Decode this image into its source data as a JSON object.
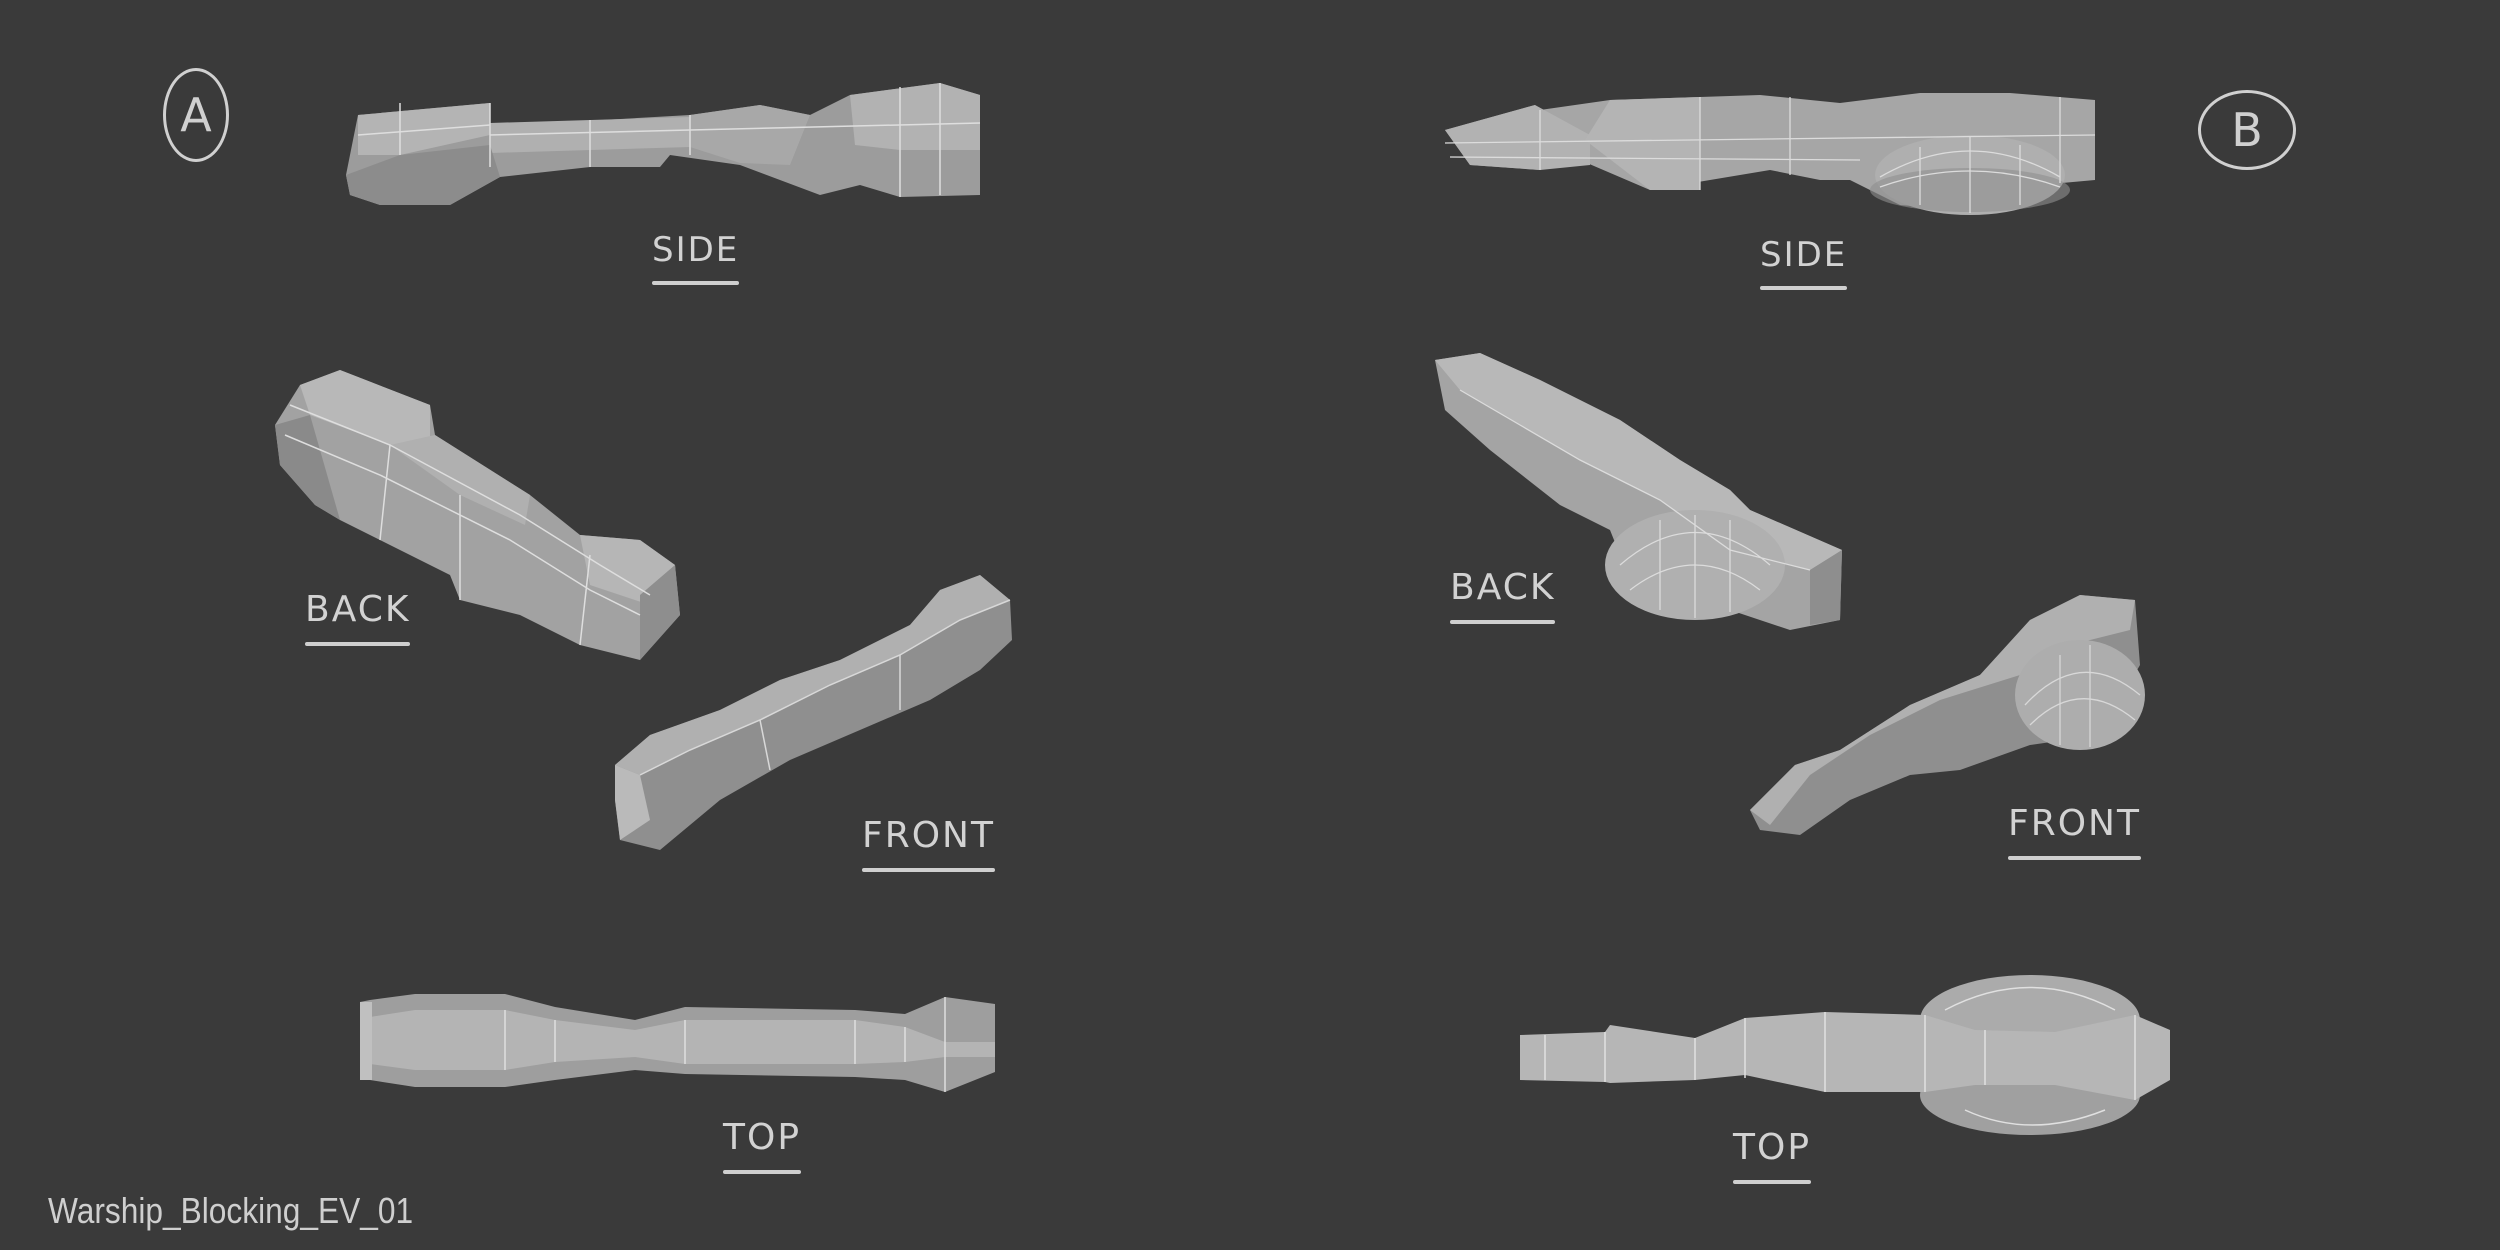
{
  "sheet": {
    "title": "Warship_Blocking_EV_01",
    "background": "#3a3a3a",
    "model_color": "#a9a9a9",
    "label_color": "#d2d2d2"
  },
  "variants": [
    {
      "id": "A",
      "marker": "A",
      "views": {
        "side": "SIDE",
        "back": "BACK",
        "front": "FRONT",
        "top": "TOP"
      }
    },
    {
      "id": "B",
      "marker": "B",
      "views": {
        "side": "SIDE",
        "back": "BACK",
        "front": "FRONT",
        "top": "TOP"
      }
    }
  ]
}
